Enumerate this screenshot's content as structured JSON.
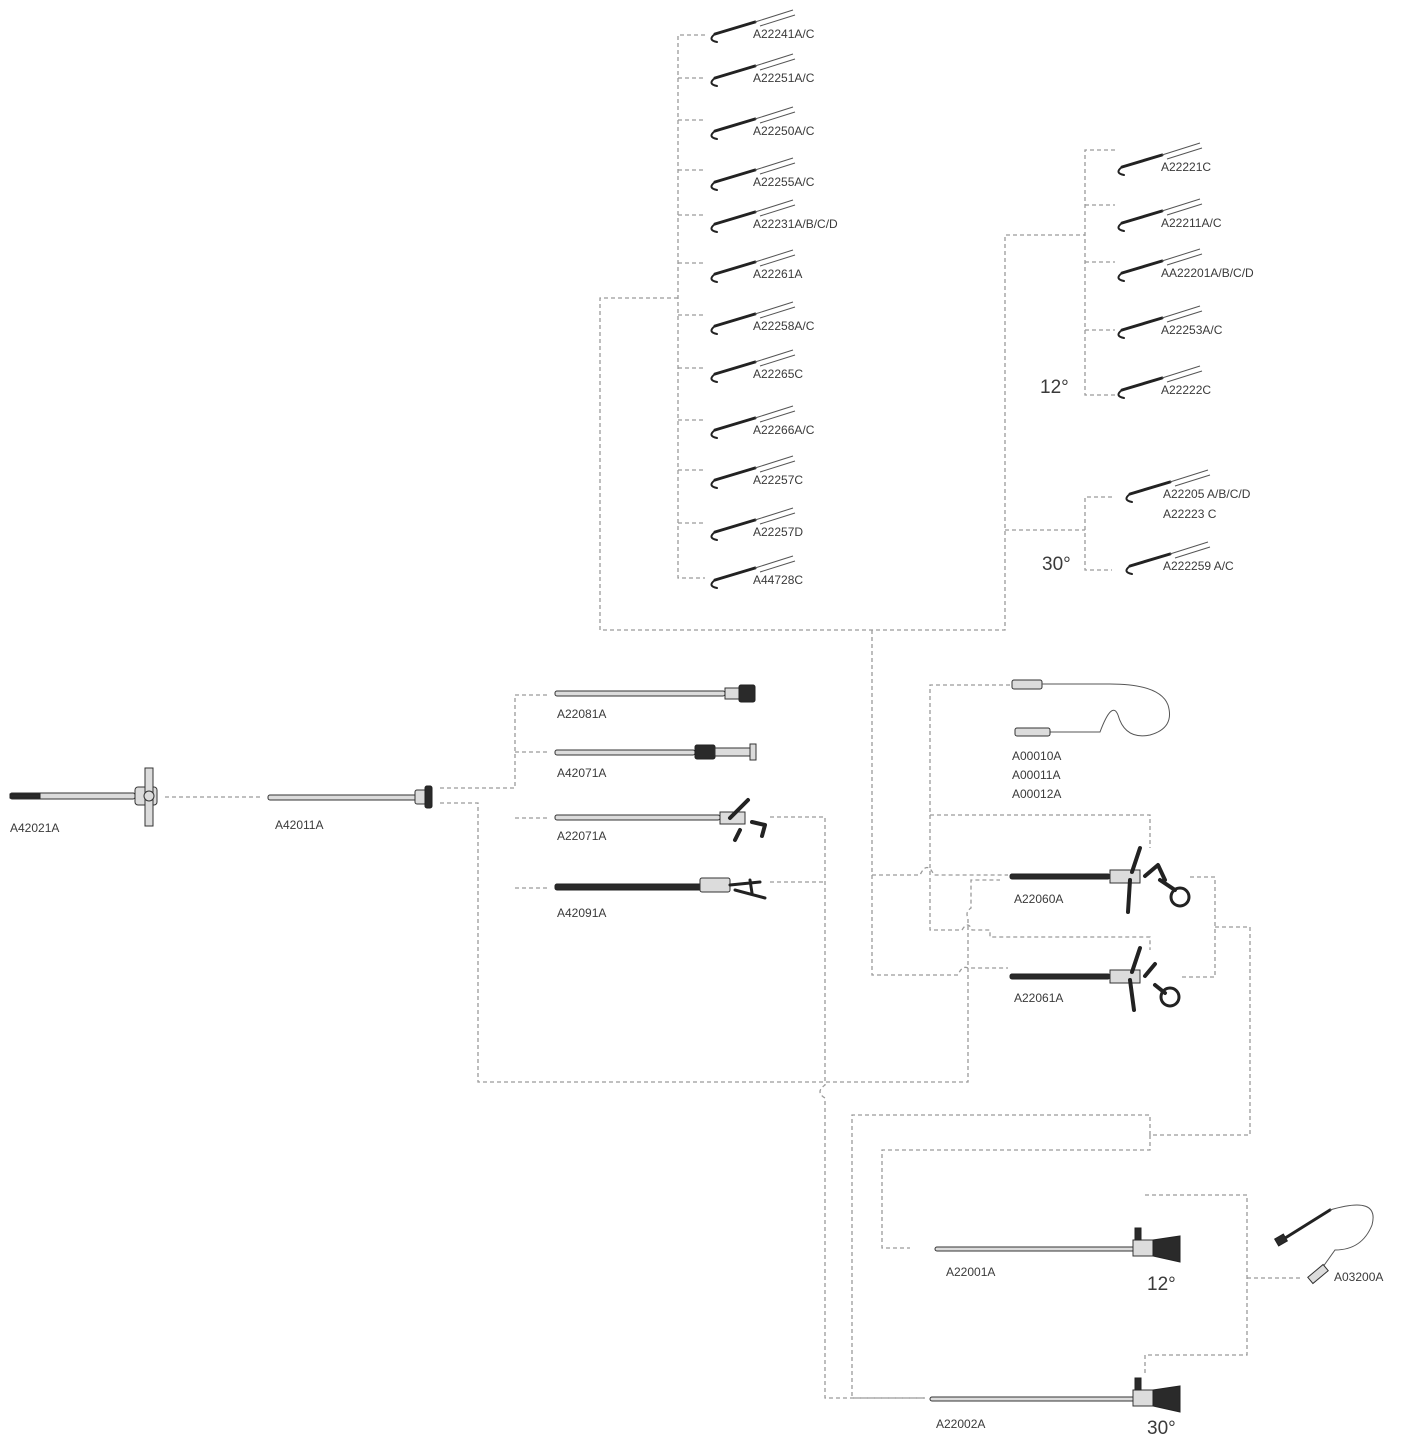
{
  "instruments": {
    "left_a": {
      "code": "A42021A"
    },
    "left_b": {
      "code": "A42011A"
    },
    "sheath_1": {
      "code": "A22081A"
    },
    "sheath_2": {
      "code": "A42071A"
    },
    "sheath_3": {
      "code": "A22071A"
    },
    "sheath_4": {
      "code": "A42091A"
    },
    "cable_codes": [
      "A00010A",
      "A00011A",
      "A00012A"
    ],
    "resecto_1": {
      "code": "A22060A"
    },
    "resecto_2": {
      "code": "A22061A"
    },
    "scope_12": {
      "code": "A22001A",
      "angle": "12°"
    },
    "scope_30": {
      "code": "A22002A",
      "angle": "30°"
    },
    "light_cable": {
      "code": "A03200A"
    }
  },
  "electrodes_main": [
    "A22241A/C",
    "A22251A/C",
    "A22250A/C",
    "A22255A/C",
    "A22231A/B/C/D",
    "A22261A",
    "A22258A/C",
    "A22265C",
    "A22266A/C",
    "A22257C",
    "A22257D",
    "A44728C"
  ],
  "electrodes_12_deg": {
    "label": "12°",
    "items": [
      "A22221C",
      "A22211A/C",
      "AA22201A/B/C/D",
      "A22253A/C",
      "A22222C"
    ]
  },
  "electrodes_30_deg": {
    "label": "30°",
    "items": [
      [
        "A22205 A/B/C/D",
        "A22223 C"
      ],
      [
        "A222259 A/C"
      ]
    ]
  }
}
